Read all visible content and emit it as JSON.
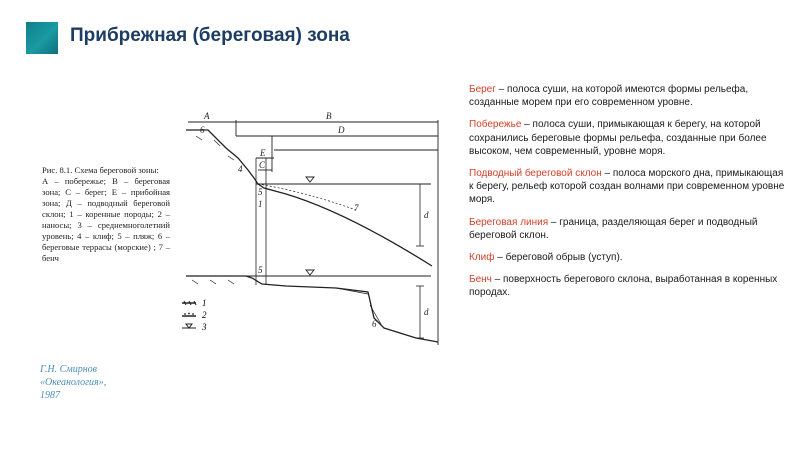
{
  "header": {
    "title": "Прибрежная (береговая) зона",
    "accent_color": "#138a94"
  },
  "figure": {
    "caption_title": "Рис. 8.1. Схема береговой зоны:",
    "caption_body": "А – побережье; В – береговая зона; С – берег; Е – прибойная зона; Д – подводный береговой склон; 1 – коренные породы; 2 – наносы; 3 – среднемноголетний уровень; 4 – клиф; 5 – пляж; 6 – береговые террасы (морские) ; 7 – бенч",
    "labels": {
      "A": "A",
      "B": "B",
      "C": "C",
      "D": "D",
      "E": "E",
      "d": "d",
      "n1": "1",
      "n2": "2",
      "n3": "3",
      "n4": "4",
      "n5": "5",
      "n6": "6",
      "n7": "7"
    },
    "legend": [
      "1",
      "2",
      "3"
    ]
  },
  "source": {
    "author": "Г.Н. Смирнов",
    "book": "«Океанология»,",
    "year": "1987"
  },
  "definitions": [
    {
      "term": "Берег",
      "text": " – полоса суши, на которой имеются формы рельефа, созданные морем при его современном уровне."
    },
    {
      "term": "Побережье",
      "text": " – полоса суши, примыкающая к берегу, на которой сохранились береговые формы рельефа, созданные при более высоком, чем современный, уровне моря."
    },
    {
      "term": "Подводный береговой склон",
      "text": " – полоса морского дна, примыкающая к берегу, рельеф которой создан волнами при современном уровне моря."
    },
    {
      "term": "Береговая линия",
      "text": " – граница, разделяющая берег и подводный береговой склон."
    },
    {
      "term": "Клиф",
      "text": " – береговой обрыв (уступ)."
    },
    {
      "term": "Бенч",
      "text": " – поверхность берегового склона, выработанная в коренных породах."
    }
  ]
}
